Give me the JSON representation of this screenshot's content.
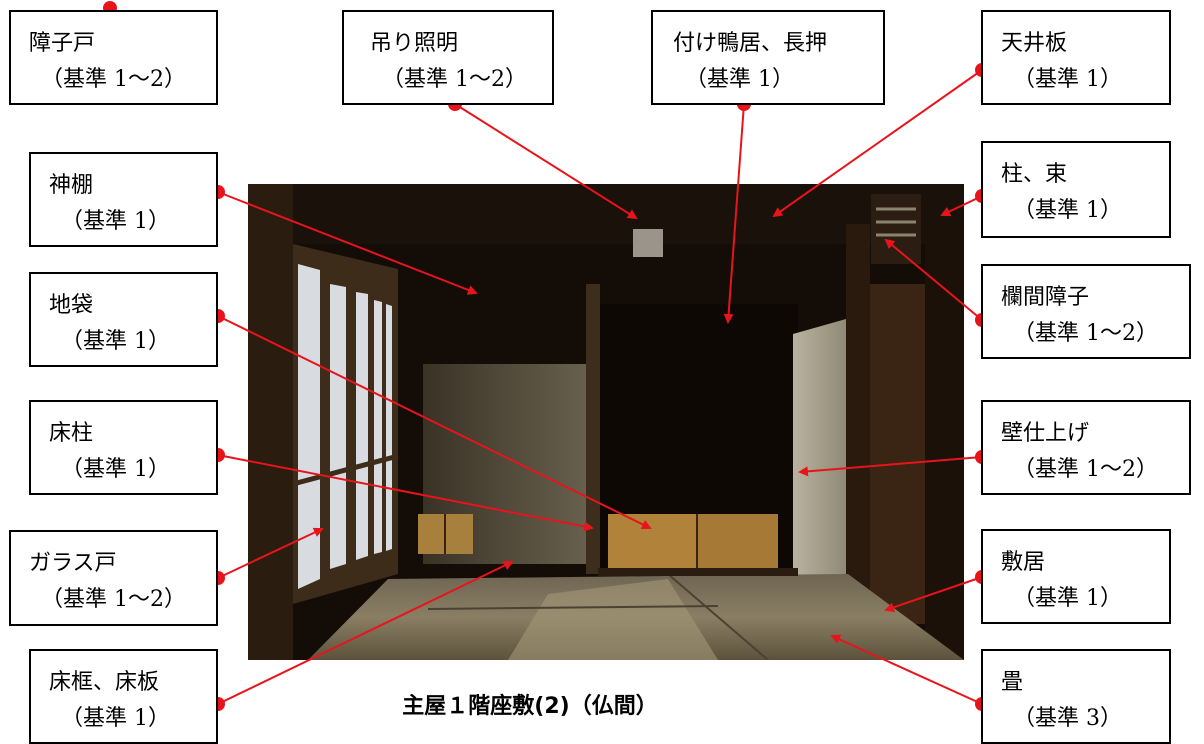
{
  "labels": {
    "shoji": {
      "name": "障子戸",
      "standard": "（基準 1〜2）"
    },
    "tsuri_shomei": {
      "name": "吊り照明",
      "standard": "（基準 1〜2）"
    },
    "tsukekamoi": {
      "name": "付け鴨居、長押",
      "standard": "（基準 1）"
    },
    "tenjoita": {
      "name": "天井板",
      "standard": "（基準 1）"
    },
    "kamidana": {
      "name": "神棚",
      "standard": "（基準 1）"
    },
    "hashira_tsuka": {
      "name": "柱、束",
      "standard": "（基準 1）"
    },
    "ranma_shoji": {
      "name": "欄間障子",
      "standard": "（基準 1〜2）"
    },
    "jibukuro": {
      "name": "地袋",
      "standard": "（基準 1）"
    },
    "tokobashira": {
      "name": "床柱",
      "standard": "（基準 1）"
    },
    "kabe_shiage": {
      "name": "壁仕上げ",
      "standard": "（基準 1〜2）"
    },
    "garasudo": {
      "name": "ガラス戸",
      "standard": "（基準 1〜2）"
    },
    "shikii": {
      "name": "敷居",
      "standard": "（基準 1）"
    },
    "yukagamachi": {
      "name": "床框、床板",
      "standard": "（基準 1）"
    },
    "tatami": {
      "name": "畳",
      "standard": "（基準 3）"
    }
  },
  "caption": "主屋１階座敷(2)（仏間）",
  "colors": {
    "leader": "#e8141c",
    "border": "#000000"
  }
}
